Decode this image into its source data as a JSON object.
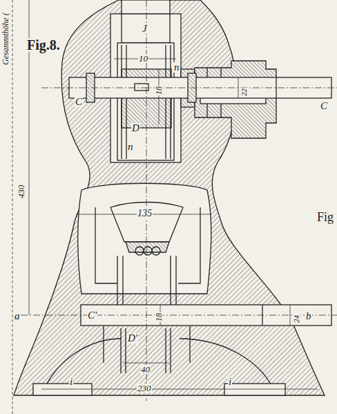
{
  "diagram": {
    "title": "Fig.8.",
    "labels": [
      "J",
      "10",
      "n",
      "C",
      "18",
      "22",
      "D",
      "n",
      "C",
      "135",
      "C'",
      "18",
      "24",
      "D'",
      "40",
      "230",
      "i",
      "i",
      "a",
      "b",
      "430",
      "Gesammthöhe (",
      "Fig"
    ]
  }
}
